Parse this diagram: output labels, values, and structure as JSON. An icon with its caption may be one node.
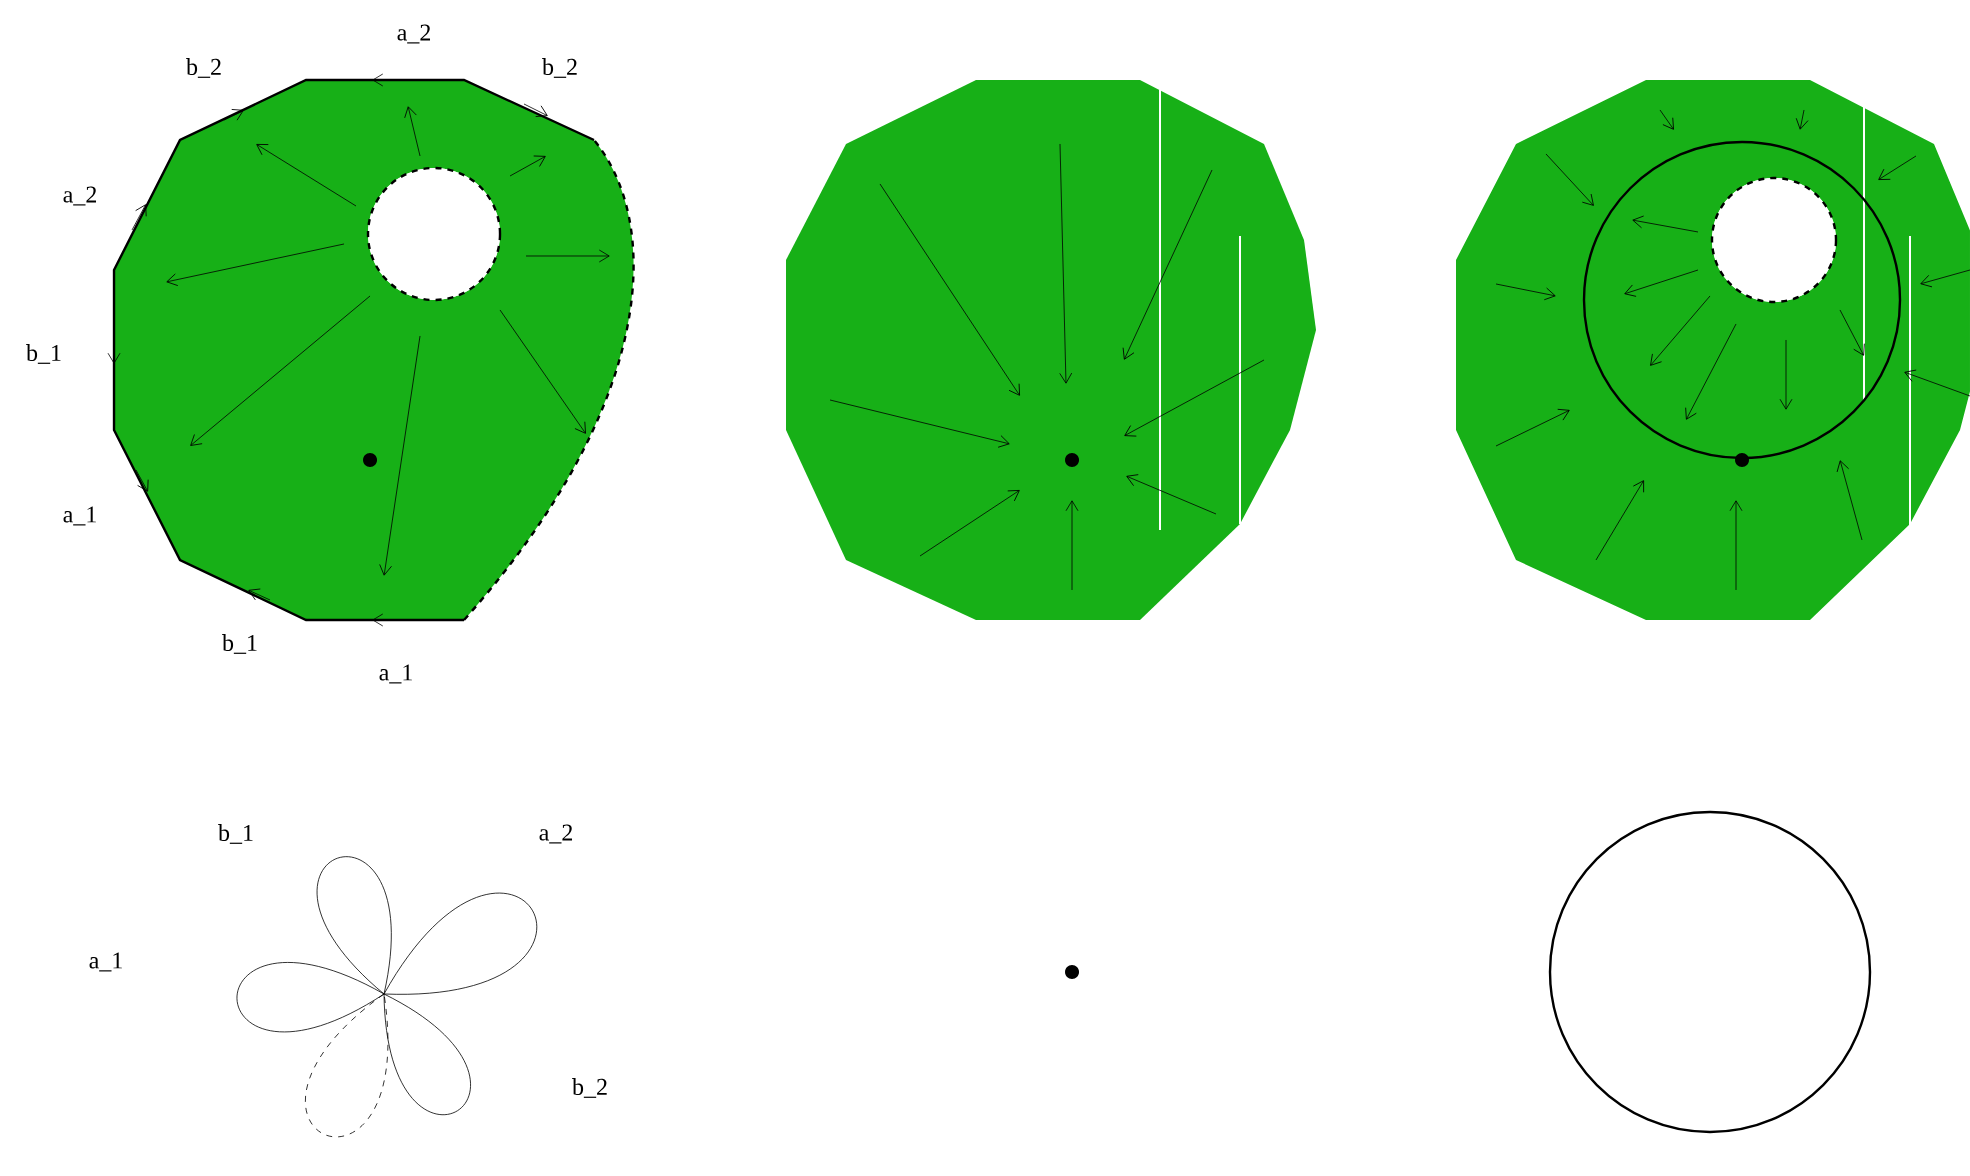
{
  "diagram": {
    "labels": [
      "a_2",
      "b_2",
      "b_2",
      "a_2",
      "b_1",
      "a_1",
      "b_1",
      "a_1",
      "b_1",
      "a_2",
      "a_1",
      "b_2"
    ]
  }
}
